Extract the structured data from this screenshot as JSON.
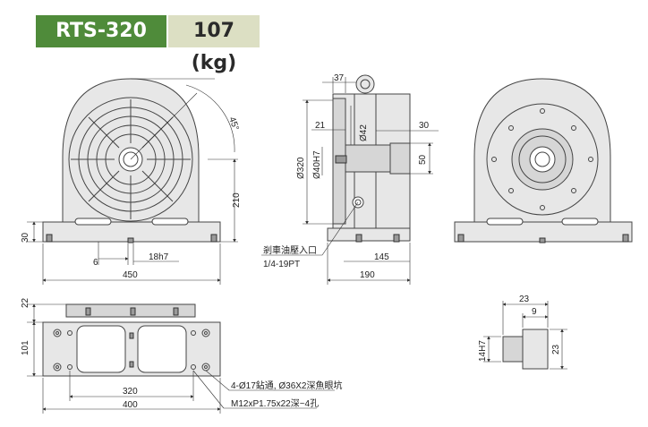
{
  "header": {
    "model": "RTS-320",
    "weight": "107 (kg)"
  },
  "front_view": {
    "angle": "45°",
    "height": "210",
    "base_height": "30",
    "slot_offset": "6",
    "key_width": "18h7",
    "total_width": "450"
  },
  "side_view": {
    "top_dim": "37",
    "offset": "21",
    "bore_dia": "Ø42",
    "table_dia": "Ø320",
    "center_bore": "Ø40H7",
    "right_offset": "30",
    "height": "50",
    "port_label": "剎車油壓入口",
    "port_thread": "1/4-19PT",
    "base_width": "145",
    "total_depth": "190"
  },
  "top_view": {
    "rail_height": "22",
    "depth": "101",
    "hole_pitch": "320",
    "total_length": "400",
    "holes_note": "4-Ø17鉆通, Ø36X2深魚眼坑",
    "tap_note": "M12xP1.75x22深~4孔"
  },
  "key_detail": {
    "length": "23",
    "step": "9",
    "width": "14H7",
    "height": "23"
  }
}
